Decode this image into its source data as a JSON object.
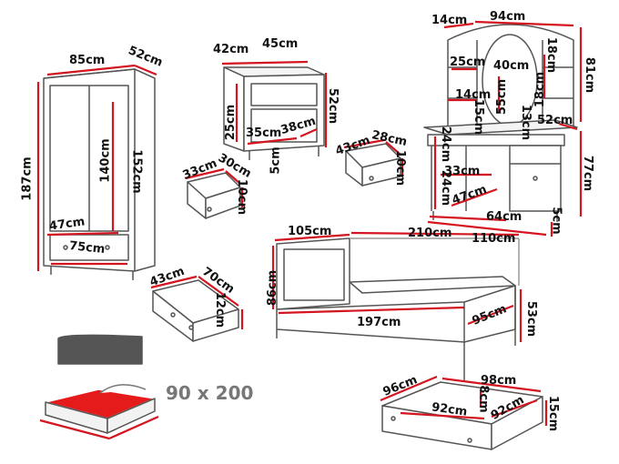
{
  "bed_size": "90 x 200",
  "wardrobe": {
    "width": "85cm",
    "depth": "52cm",
    "height": "187cm",
    "inner_height": "152cm",
    "shelf_height": "140cm",
    "inner_depth": "47cm",
    "drawer_width": "75cm"
  },
  "wardrobe_drawer": {
    "depth": "43cm",
    "width": "70cm",
    "height": "12cm"
  },
  "nightstand": {
    "width": "42cm",
    "depth": "45cm",
    "height": "52cm",
    "shelf_height": "25cm",
    "inner_width": "35cm",
    "inner_depth": "38cm",
    "leg": "5cm"
  },
  "nightstand_drawer": {
    "depth": "33cm",
    "width": "30cm",
    "height": "10cm"
  },
  "desk_drawer": {
    "depth": "43cm",
    "width": "28cm",
    "height": "10cm"
  },
  "dresser": {
    "top_left": "14cm",
    "top_width": "94cm",
    "shelf_a": "25cm",
    "mirror_w": "40cm",
    "upper_h": "81cm",
    "right_a": "18cm",
    "right_b": "18cm",
    "shelf_b": "14cm",
    "mirror_h": "55cm",
    "shelf_c": "15cm",
    "gap": "13cm",
    "depth": "52cm",
    "desk_left_a": "24cm",
    "desk_left_b": "24cm",
    "cab_w": "33cm",
    "inner_d": "47cm",
    "lower_h": "77cm",
    "cab_d": "64cm",
    "leg": "5cm",
    "desk_w": "110cm"
  },
  "bed": {
    "head_w": "105cm",
    "length": "210cm",
    "head_h": "86cm",
    "inner_l": "197cm",
    "inner_w": "95cm",
    "foot_h": "53cm"
  },
  "bed_drawer": {
    "length": "96cm",
    "width": "98cm",
    "height": "8cm",
    "inner_l": "92cm",
    "inner_w": "92cm",
    "side_h": "15cm"
  }
}
